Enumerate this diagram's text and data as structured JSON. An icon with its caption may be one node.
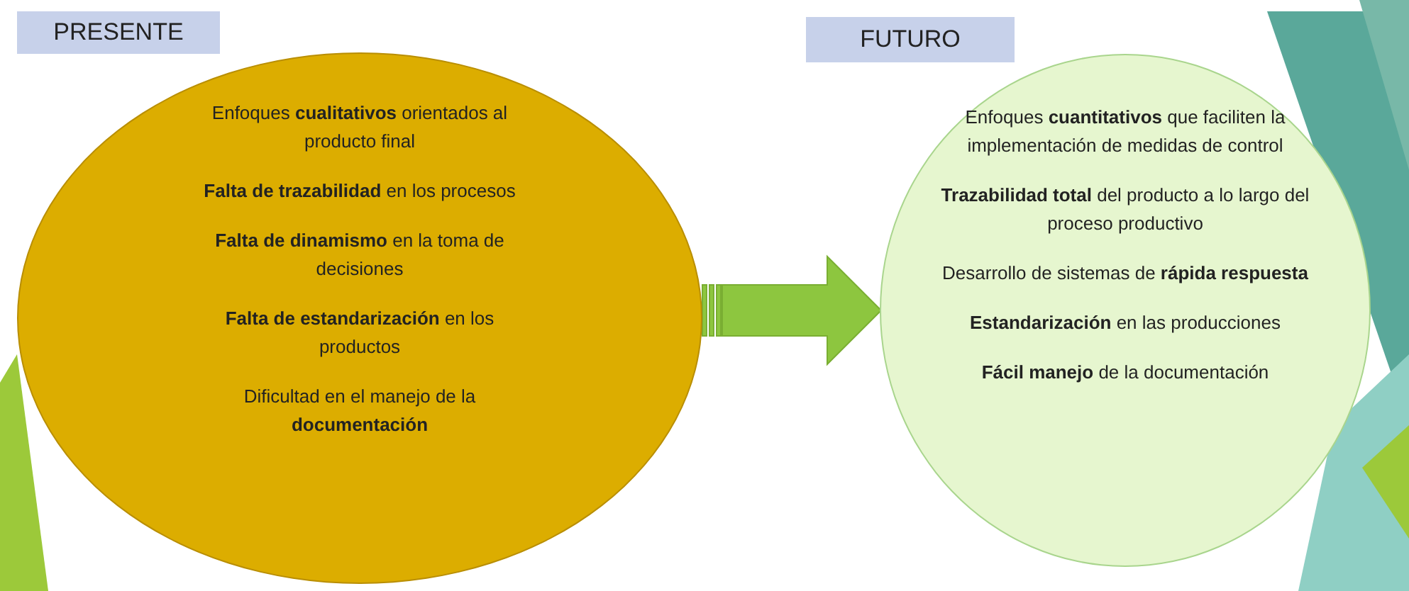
{
  "diagram": {
    "nodes": [
      {
        "text": [
          "PRESENTE"
        ]
      },
      {
        "text": [
          "Enfoques **cualitativos** orientados al producto final",
          "**Falta de trazabilidad** en los procesos",
          "**Falta de dinamismo** en la toma de decisiones",
          "**Falta de estandarización** en los productos",
          "Dificultad en el manejo de la **documentación**"
        ]
      },
      {
        "text": [
          "FUTURO"
        ]
      },
      {
        "text": [
          "Enfoques **cuantitativos** que faciliten la implementación de medidas de control",
          "**Trazabilidad total** del producto a lo largo del proceso productivo",
          "Desarrollo de sistemas de **rápida respuesta**",
          "**Estandarización** en las producciones",
          "**Fácil manejo** de la documentación"
        ]
      }
    ],
    "edges": [
      {
        "from": 1,
        "to": 3,
        "arrow": "to"
      }
    ]
  }
}
